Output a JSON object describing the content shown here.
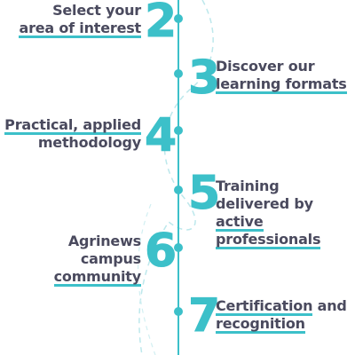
{
  "colors": {
    "accent": "#3cc0c9",
    "text": "#4a4a5e"
  },
  "steps": [
    {
      "number": "2",
      "side": "left",
      "lines": [
        {
          "text": "Select your",
          "u": false
        },
        {
          "text": "area of interest",
          "u": true
        }
      ]
    },
    {
      "number": "3",
      "side": "right",
      "lines": [
        {
          "text": "Discover our",
          "u": false
        },
        {
          "text": "learning formats",
          "u": true
        }
      ]
    },
    {
      "number": "4",
      "side": "left",
      "lines": [
        {
          "text": "Practical, applied",
          "u": true
        },
        {
          "text": "methodology",
          "u": false
        }
      ]
    },
    {
      "number": "5",
      "side": "right",
      "lines": [
        {
          "text": "Training",
          "u": false
        },
        {
          "text": "delivered by",
          "u": false
        },
        {
          "text": "active",
          "u": true
        },
        {
          "text": "professionals",
          "u": true
        }
      ]
    },
    {
      "number": "6",
      "side": "left",
      "lines": [
        {
          "text": "Agrinews",
          "u": false
        },
        {
          "text": "campus",
          "u": false
        },
        {
          "text": "community",
          "u": true
        }
      ]
    },
    {
      "number": "7",
      "side": "right",
      "lines": [
        {
          "text": "Certification",
          "u": true,
          "rest": " and"
        },
        {
          "text": "recognition",
          "u": true
        }
      ]
    }
  ]
}
